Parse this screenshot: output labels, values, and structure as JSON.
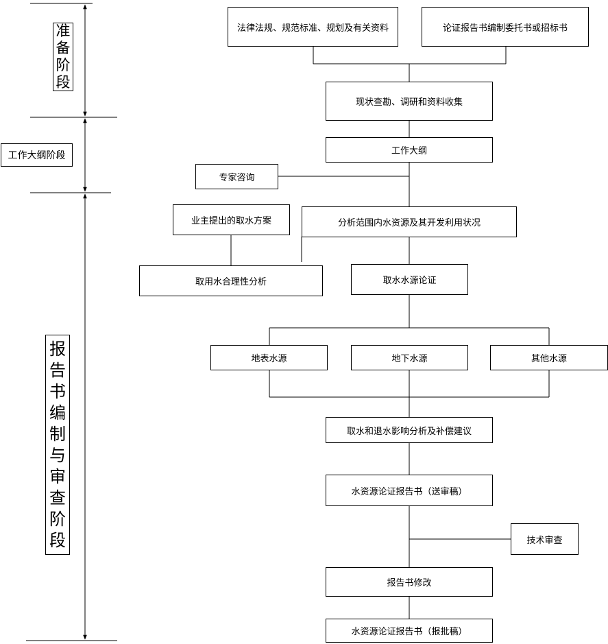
{
  "stages": {
    "preparation": "准备阶段",
    "outline": "工作大纲阶段",
    "report": "报告书编制与审查阶段"
  },
  "boxes": {
    "laws": "法律法规、规范标准、规划及有关资料",
    "commission": "论证报告书编制委托书或招标书",
    "survey": "现状查勘、调研和资料收集",
    "outline": "工作大纲",
    "expert": "专家咨询",
    "owner_plan": "业主提出的取水方案",
    "analysis_scope": "分析范围内水资源及其开发利用状况",
    "rationality": "取用水合理性分析",
    "source_demo": "取水水源论证",
    "surface": "地表水源",
    "ground": "地下水源",
    "other": "其他水源",
    "impact": "取水和退水影响分析及补偿建议",
    "draft_review": "水资源论证报告书（送审稿）",
    "tech_review": "技术审查",
    "revise": "报告书修改",
    "draft_approve": "水资源论证报告书（报批稿）"
  }
}
